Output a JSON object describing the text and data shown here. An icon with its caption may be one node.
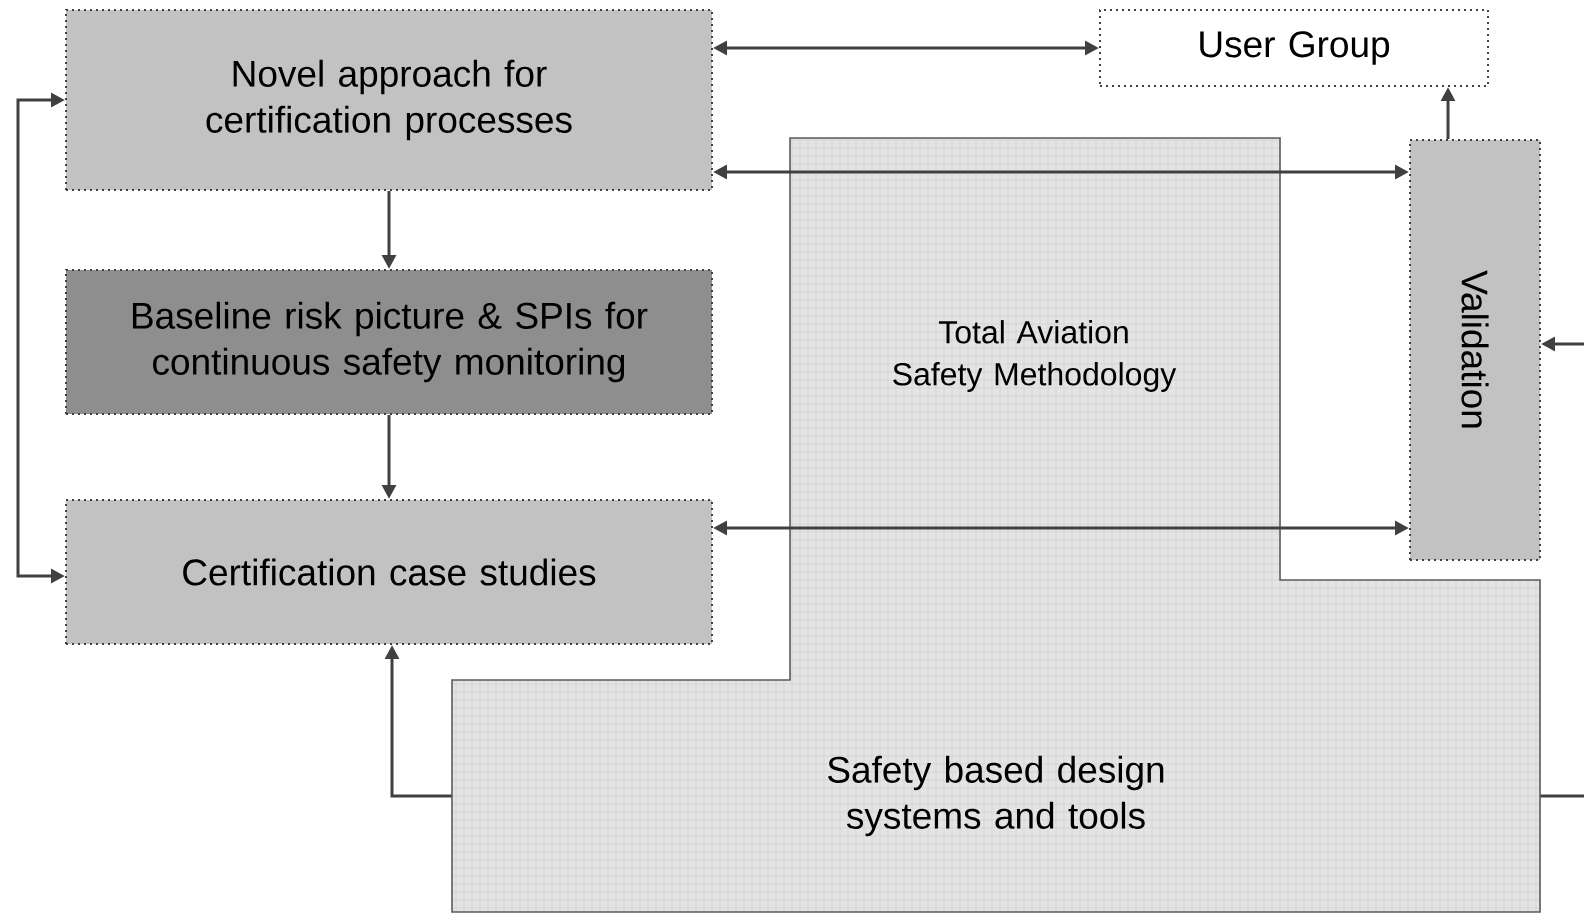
{
  "diagram": {
    "nodes": [
      {
        "text": [
          "Novel approach for certification processes"
        ]
      },
      {
        "text": [
          "User Group"
        ]
      },
      {
        "text": [
          "Safety based design systems and tools"
        ]
      },
      {
        "text": [
          "Total Aviation Safety Methodology"
        ],
        "in": 2
      },
      {
        "text": [
          "Validation"
        ]
      },
      {
        "text": [
          "Baseline risk picture & SPIs for continuous safety monitoring"
        ]
      },
      {
        "text": [
          "Certification case studies"
        ]
      }
    ],
    "edges": [
      {
        "from": 0,
        "to": 1,
        "arrow": "both"
      },
      {
        "from": 0,
        "to": 4,
        "arrow": "both"
      },
      {
        "from": 4,
        "to": 1,
        "arrow": "to"
      },
      {
        "from": 0,
        "to": 5,
        "arrow": "to"
      },
      {
        "from": 5,
        "to": 6,
        "arrow": "to"
      },
      {
        "from": 6,
        "to": 4,
        "arrow": "both"
      },
      {
        "from": 0,
        "to": 6,
        "arrow": "both"
      },
      {
        "from": 2,
        "to": 6,
        "arrow": "to"
      },
      {
        "from": null,
        "to": 4,
        "arrow": "to"
      },
      {
        "from": 2,
        "to": null,
        "arrow": "none"
      }
    ]
  }
}
